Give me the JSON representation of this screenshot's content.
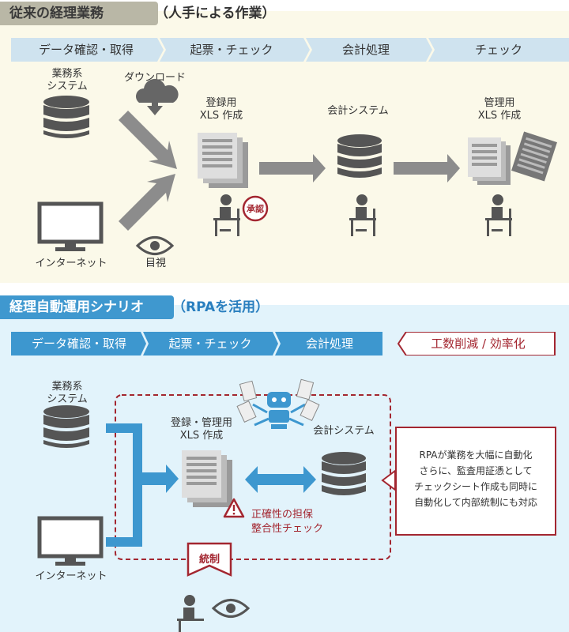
{
  "top": {
    "title": "従来の経理業務",
    "subtitle": "（人手による作業）",
    "steps": [
      "データ確認・取得",
      "起票・チェック",
      "会計処理",
      "チェック"
    ],
    "system_label": "業務系\nシステム",
    "download_label": "ダウンロード",
    "internet_label": "インターネット",
    "visual_label": "目視",
    "xls_label": "登録用\nXLS 作成",
    "accounting_label": "会計システム",
    "mgmt_label": "管理用\nXLS 作成",
    "stamp_label": "承認"
  },
  "bottom": {
    "title": "経理自動運用シナリオ",
    "subtitle": "（RPAを活用）",
    "steps": [
      "データ確認・取得",
      "起票・チェック",
      "会計処理"
    ],
    "benefit": "工数削減 / 効率化",
    "system_label": "業務系\nシステム",
    "internet_label": "インターネット",
    "xls_label": "登録・管理用\nXLS 作成",
    "accounting_label": "会計システム",
    "warning_label": "正確性の担保\n整合性チェック",
    "control_label": "統制",
    "note": "RPAが業務を大幅に自動化\nさらに、監査用証憑として\nチェックシート作成も同時に\n自動化して内部統制にも対応"
  },
  "colors": {
    "top_bg": "#fbf9e9",
    "top_title_bg": "#b9b7a6",
    "top_step_bg": "#cfe3ef",
    "bottom_bg": "#e2f3fb",
    "bottom_title_bg": "#3f98cf",
    "bottom_step_bg": "#3d97cf",
    "accent_red": "#a32630"
  }
}
